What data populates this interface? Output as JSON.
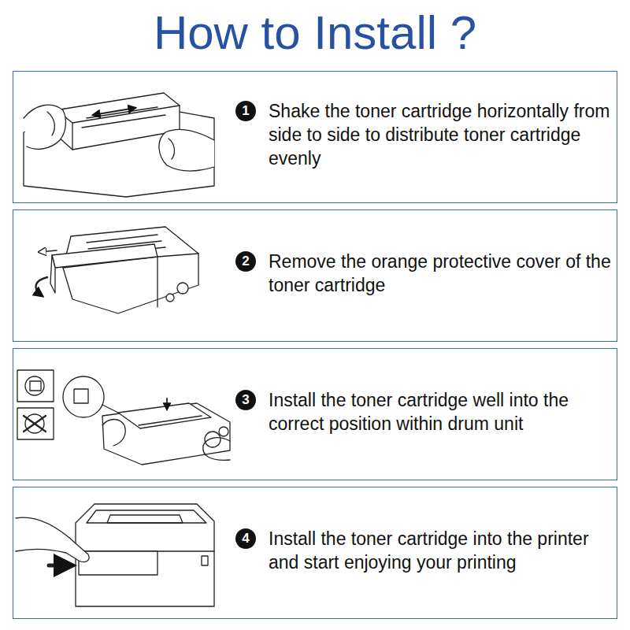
{
  "diagram": {
    "title": "How to Install ?",
    "nodes": [
      {
        "text": [
          "Shake the toner cartridge horizontally from side to side to distribute toner cartridge evenly"
        ]
      },
      {
        "text": [
          "1"
        ],
        "in": 0
      },
      {
        "text": [
          "Remove the orange protective cover of the toner cartridge"
        ]
      },
      {
        "text": [
          "2"
        ],
        "in": 2
      },
      {
        "text": [
          "Install the toner cartridge well into the correct position within drum unit"
        ]
      },
      {
        "text": [
          "3"
        ],
        "in": 4
      },
      {
        "text": [
          "Install the toner cartridge into the printer and start enjoying your printing"
        ]
      },
      {
        "text": [
          "4"
        ],
        "in": 6
      }
    ]
  }
}
